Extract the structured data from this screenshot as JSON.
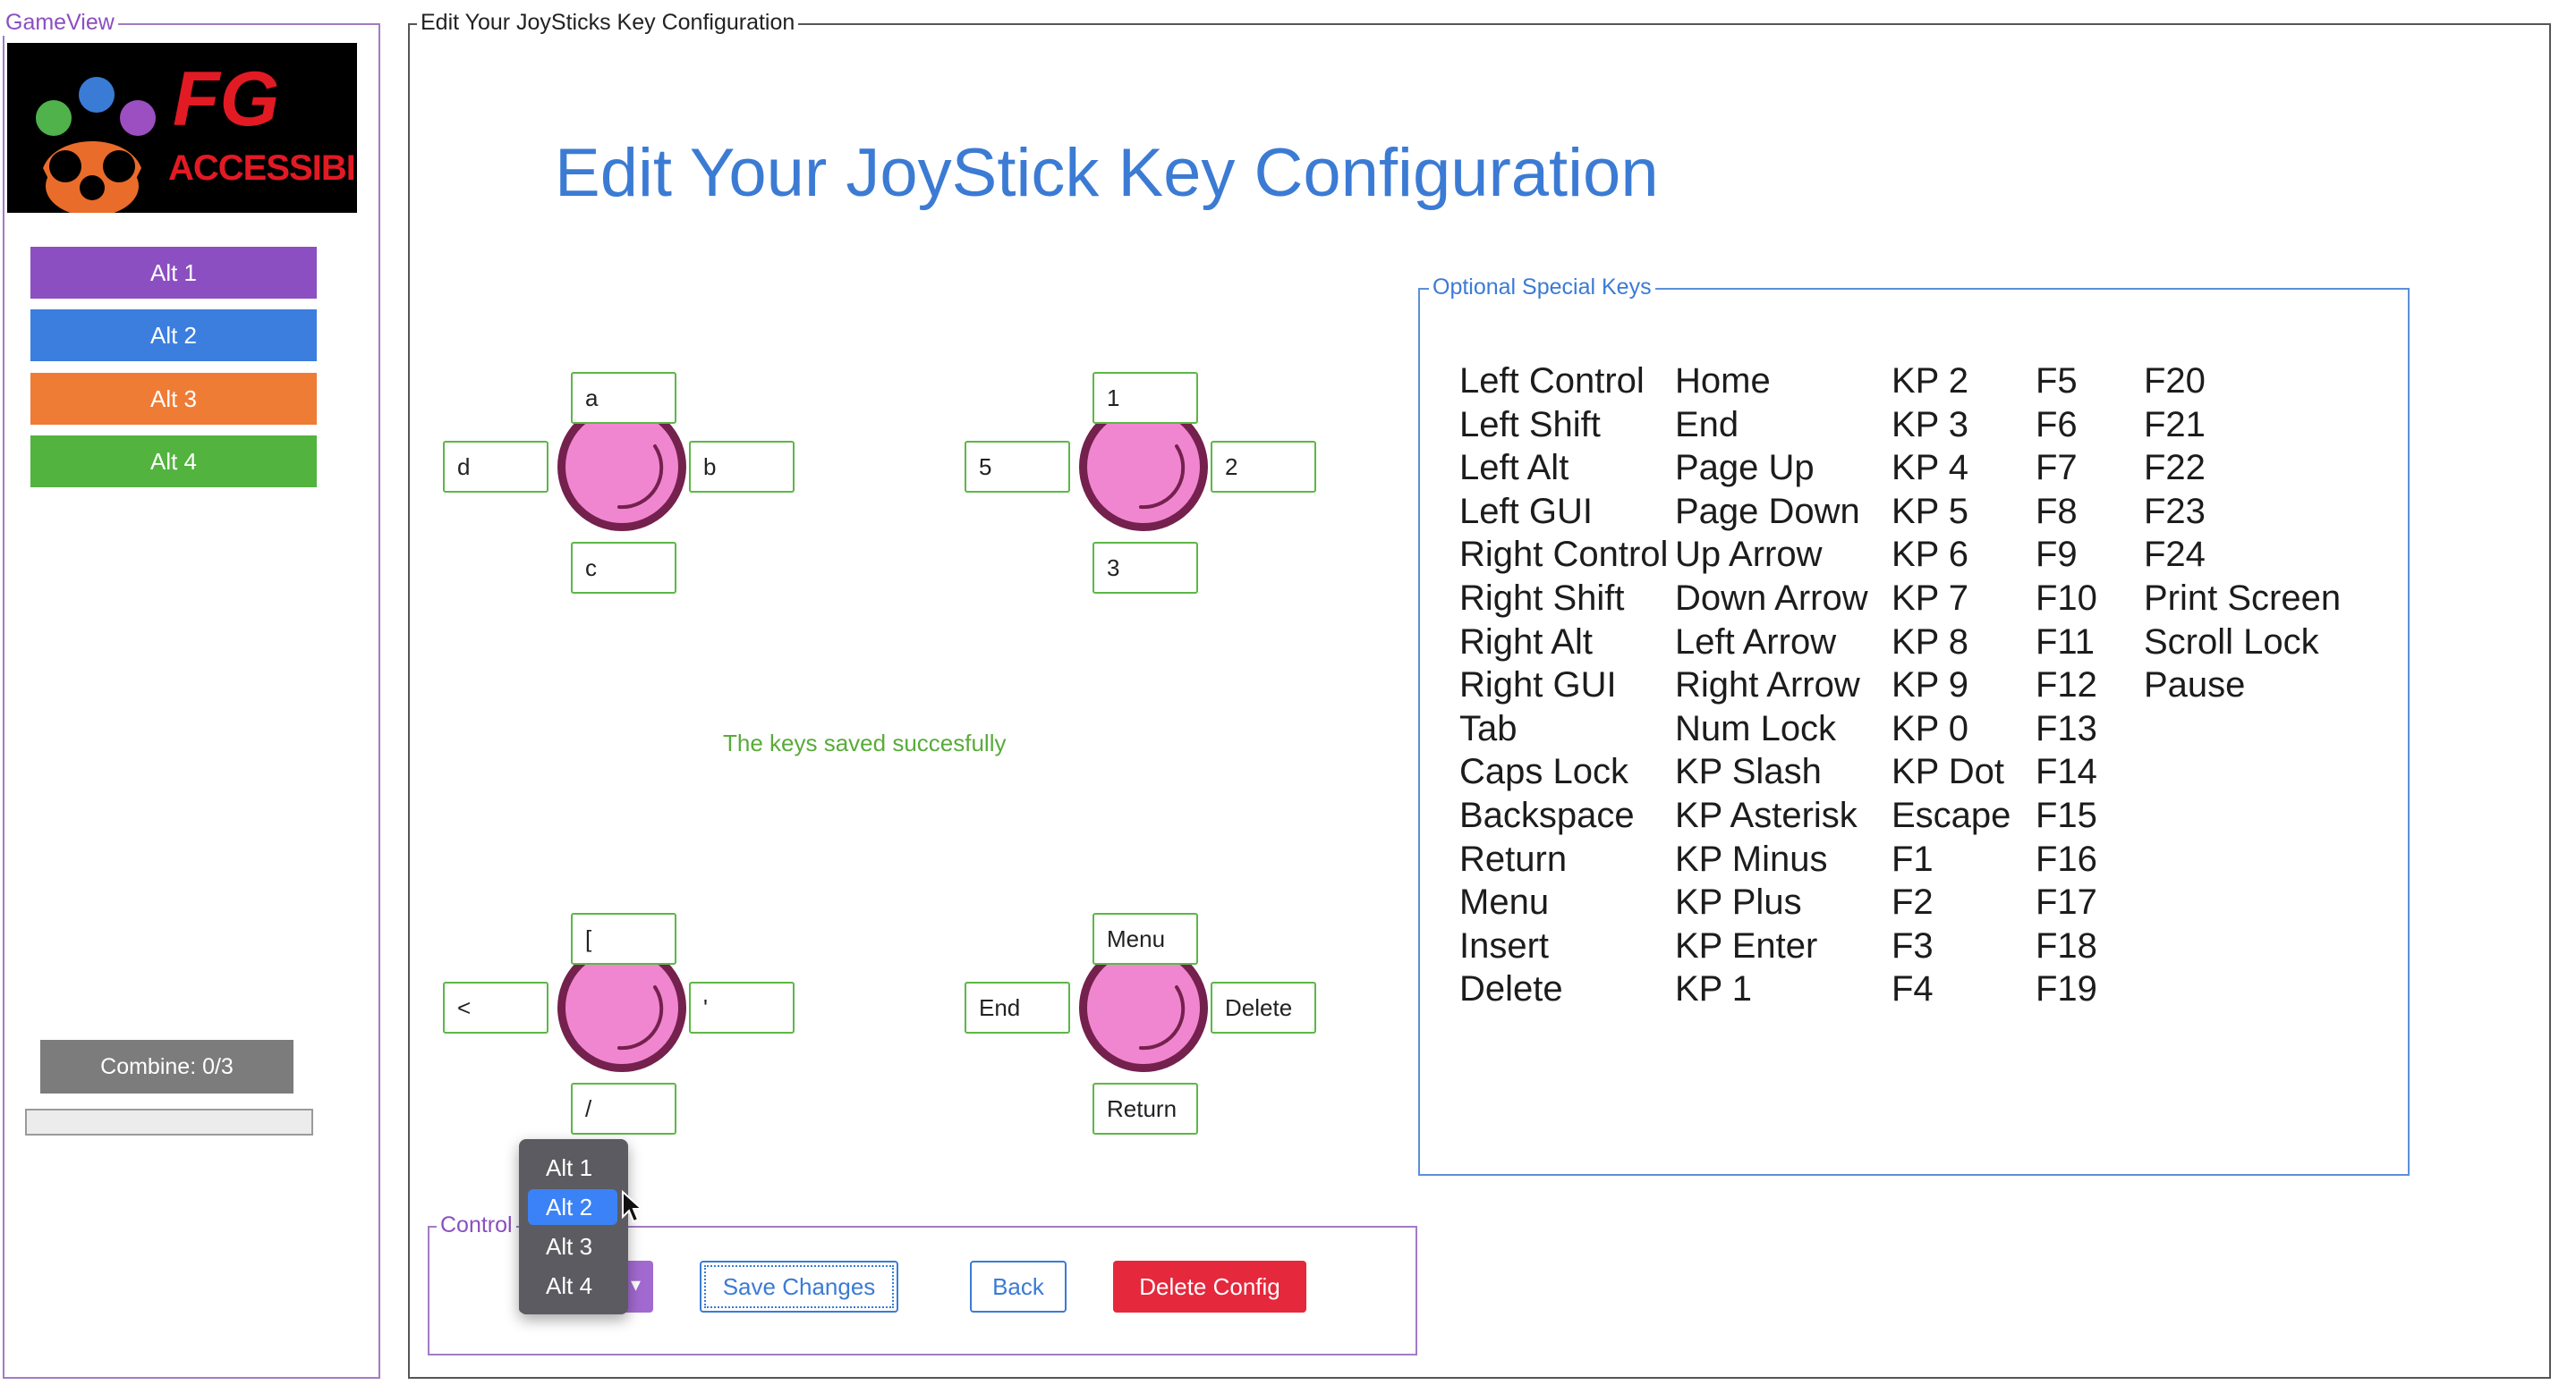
{
  "sidebar": {
    "legend": "GameView",
    "logo": {
      "text_top": "FG",
      "text_bottom": "ACCESSIBILITY"
    },
    "alt_buttons": [
      {
        "label": "Alt 1",
        "color": "#8c4fc2"
      },
      {
        "label": "Alt 2",
        "color": "#3b7ede"
      },
      {
        "label": "Alt 3",
        "color": "#ee7c35"
      },
      {
        "label": "Alt 4",
        "color": "#52b33f"
      }
    ],
    "combine_label": "Combine: 0/3"
  },
  "main": {
    "legend": "Edit Your JoySticks Key Configuration",
    "title": "Edit Your JoyStick Key Configuration",
    "status_message": "The keys saved succesfully",
    "joysticks": [
      {
        "up": "a",
        "left": "d",
        "right": "b",
        "down": "c"
      },
      {
        "up": "1",
        "left": "5",
        "right": "2",
        "down": "3"
      },
      {
        "up": "[",
        "left": "<",
        "right": "'",
        "down": "/"
      },
      {
        "up": "Menu",
        "left": "End",
        "right": "Delete",
        "down": "Return"
      }
    ]
  },
  "special_keys": {
    "legend": "Optional Special Keys",
    "columns": [
      [
        "Left Control",
        "Left Shift",
        "Left Alt",
        "Left GUI",
        "Right Control",
        "Right Shift",
        "Right Alt",
        "Right GUI",
        "Tab",
        "Caps Lock",
        "Backspace",
        "Return",
        "Menu",
        "Insert",
        "Delete"
      ],
      [
        "Home",
        "End",
        "Page Up",
        "Page Down",
        "Up Arrow",
        "Down Arrow",
        "Left Arrow",
        "Right Arrow",
        "Num Lock",
        "KP Slash",
        "KP Asterisk",
        "KP Minus",
        "KP Plus",
        "KP Enter",
        "KP 1"
      ],
      [
        "KP 2",
        "KP 3",
        "KP 4",
        "KP 5",
        "KP 6",
        "KP 7",
        "KP 8",
        "KP 9",
        "KP 0",
        "KP Dot",
        "Escape",
        "F1",
        "F2",
        "F3",
        "F4"
      ],
      [
        "F5",
        "F6",
        "F7",
        "F8",
        "F9",
        "F10",
        "F11",
        "F12",
        "F13",
        "F14",
        "F15",
        "F16",
        "F17",
        "F18",
        "F19"
      ],
      [
        "F20",
        "F21",
        "F22",
        "F23",
        "F24",
        "Print Screen",
        "Scroll Lock",
        "Pause"
      ]
    ]
  },
  "controls": {
    "legend": "Control",
    "save_label": "Save Changes",
    "back_label": "Back",
    "delete_label": "Delete Config",
    "dropdown": {
      "options": [
        "Alt 1",
        "Alt 2",
        "Alt 3",
        "Alt 4"
      ],
      "selected": "Alt 2"
    }
  }
}
